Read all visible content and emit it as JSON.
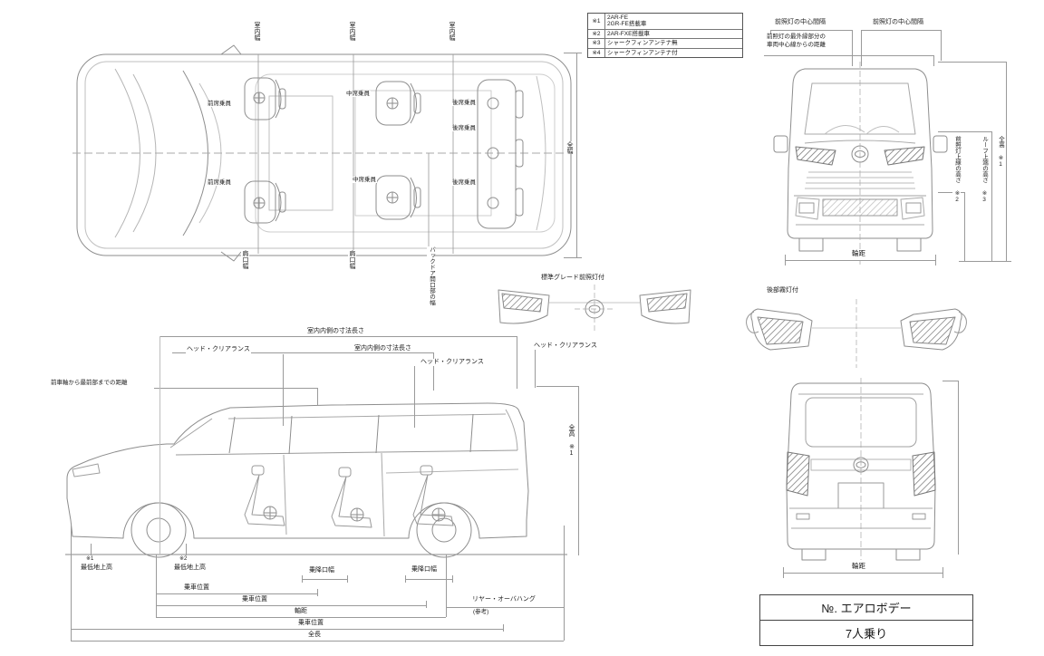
{
  "legend": {
    "rows": [
      {
        "mark": "※1",
        "line1": "2AR-FE",
        "line2": "2GR-FE搭載車"
      },
      {
        "mark": "※2",
        "line1": "2AR-FXE搭載車",
        "line2": ""
      },
      {
        "mark": "※3",
        "line1": "シャークフィンアンテナ無",
        "line2": ""
      },
      {
        "mark": "※4",
        "line1": "シャークフィンアンテナ付",
        "line2": ""
      }
    ]
  },
  "plan": {
    "width_top_labels": [
      "室内幅",
      "室内幅",
      "室内幅"
    ],
    "width_bottom_labels": [
      "肩口幅",
      "肩口幅"
    ],
    "rear_opening_label": "バックドア開口部の幅",
    "overall_width_label": "全幅",
    "seat_labels": [
      "前席乗員",
      "中席乗員",
      "後席乗員",
      "後席乗員",
      "前席乗員",
      "中席乗員",
      "後席乗員"
    ]
  },
  "front": {
    "lamp_center_label_left": "前照灯の中心間隔",
    "lamp_center_label_right": "前照灯の中心間隔",
    "offset_label_line1": "前照灯の最外縁部分の",
    "offset_label_line2": "車両中心線からの距離",
    "height_labels": [
      "前照灯上縁の高さ ※2",
      "ルーフ上端の高さ ※3",
      "全高 ※1"
    ],
    "track_label": "輪距"
  },
  "details": {
    "front_bumper_label": "標準グレード前照灯付",
    "rear_lamp_label": "後部霧灯付"
  },
  "side": {
    "front_distance_label": "前車軸から最前部までの距離",
    "interior_length_labels": [
      "室内内側の寸法長さ",
      "室内内側の寸法長さ"
    ],
    "head_clearance_labels": [
      "ヘッド・クリアランス",
      "ヘッド・クリアランス",
      "ヘッド・クリアランス"
    ],
    "overall_height_label": "全高 ※1",
    "ground_clearance_marks": [
      "※1",
      "※2"
    ],
    "ground_clearance_labels": [
      "最低地上高",
      "最低地上高"
    ],
    "door_width_labels": [
      "乗降口幅",
      "乗降口幅"
    ],
    "chain_labels": [
      "乗車位置",
      "乗車位置",
      "軸距",
      "乗車位置",
      "全長"
    ],
    "rear_overhang_label": "リヤー・オーバハング",
    "rear_overhang_note": "(参考)"
  },
  "rear": {
    "track_label": "輪距"
  },
  "title_box": {
    "line1": "№. エアロボデー",
    "line2": "7人乗り"
  }
}
